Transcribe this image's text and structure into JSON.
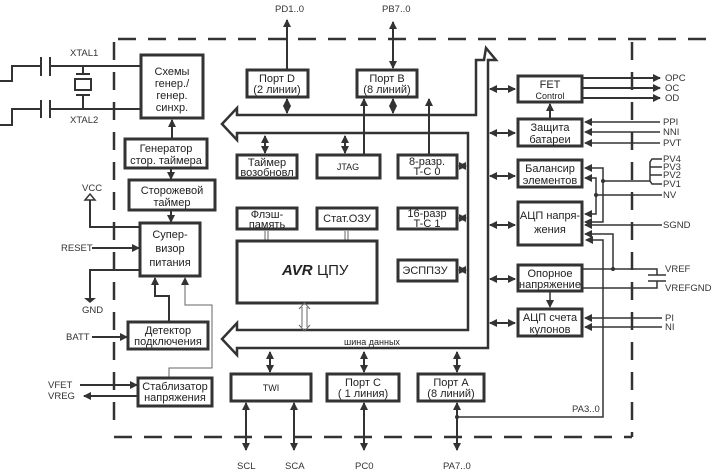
{
  "diagram": {
    "title": "",
    "blocks": {
      "osc": [
        "Схемы",
        "генер./",
        "генер.",
        "синхр."
      ],
      "wdt_osc": [
        "Генератор",
        "стор. таймера"
      ],
      "wdt": [
        "Сторожевой",
        "таймер"
      ],
      "supervisor": [
        "Супер-",
        "визор",
        "питания"
      ],
      "detector": [
        "Детектор",
        "подключения"
      ],
      "regulator": [
        "Стаблизатор",
        "напряжения"
      ],
      "port_d": [
        "Порт D",
        "(2 линии)"
      ],
      "port_b": [
        "Порт B",
        "(8 линий)"
      ],
      "wake_timer": [
        "Таймер",
        "возобновл"
      ],
      "jtag": [
        "JTAG"
      ],
      "tc0": [
        "8-разр.",
        "T-C 0"
      ],
      "flash": [
        "Флэш-",
        "память"
      ],
      "sram": [
        "Стат.ОЗУ"
      ],
      "tc1": [
        "16-разр",
        "T-C 1"
      ],
      "cpu_logo": "AVR",
      "cpu": "ЦПУ",
      "eeprom": [
        "ЭСППЗУ"
      ],
      "twi": [
        "TWI"
      ],
      "port_c": [
        "Порт C",
        "( 1 линия)"
      ],
      "port_a": [
        "Порт A",
        "(8 линий)"
      ],
      "fet": [
        "FET",
        "Control"
      ],
      "protection": [
        "Защита",
        "батареи"
      ],
      "balancer": [
        "Балансир",
        "элементов"
      ],
      "vadc": [
        "АЦП напря-",
        "жения"
      ],
      "vref": [
        "Опорное",
        "напряжение"
      ],
      "ccadc": [
        "АЦП счета",
        "кулонов"
      ]
    },
    "bus_label": "шина данных",
    "pins": {
      "xtal1": "XTAL1",
      "xtal2": "XTAL2",
      "vcc": "VCC",
      "reset": "RESET",
      "gnd": "GND",
      "batt": "BATT",
      "vfet": "VFET",
      "vreg": "VREG",
      "pd": "PD1..0",
      "pb": "PB7..0",
      "scl": "SCL",
      "sca": "SCA",
      "pc0": "PC0",
      "pa": "PA7..0",
      "pa30": "PA3..0",
      "opc": "OPC",
      "oc": "OC",
      "od": "OD",
      "ppi": "PPI",
      "nni": "NNI",
      "pvt": "PVT",
      "pv4": "PV4",
      "pv3": "PV3",
      "pv2": "PV2",
      "pv1": "PV1",
      "nv": "NV",
      "sgnd": "SGND",
      "vref": "VREF",
      "vrefgnd": "VREFGND",
      "pi": "PI",
      "ni": "NI"
    }
  }
}
